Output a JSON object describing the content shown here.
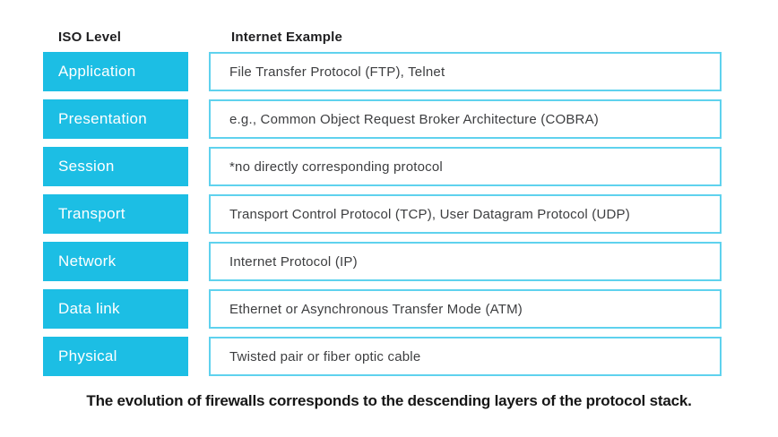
{
  "colors": {
    "accent_cyan": "#1cbee4",
    "box_border_cyan": "#5fd2ee",
    "level_text": "#ffffff",
    "example_text": "#3d3e40",
    "heading_text": "#1e1e20",
    "caption_text": "#161616",
    "background": "#ffffff"
  },
  "table": {
    "col1_header": "ISO Level",
    "col2_header": "Internet Example",
    "rows": [
      {
        "level": "Application",
        "example": "File Transfer Protocol (FTP), Telnet"
      },
      {
        "level": "Presentation",
        "example": "e.g., Common Object Request Broker Architecture (COBRA)"
      },
      {
        "level": "Session",
        "example": "*no directly corresponding protocol"
      },
      {
        "level": "Transport",
        "example": "Transport Control Protocol (TCP), User Datagram Protocol (UDP)"
      },
      {
        "level": "Network",
        "example": "Internet Protocol (IP)"
      },
      {
        "level": "Data link",
        "example": "Ethernet or Asynchronous Transfer Mode (ATM)"
      },
      {
        "level": "Physical",
        "example": "Twisted pair or fiber optic cable"
      }
    ]
  },
  "caption": "The evolution of firewalls corresponds to the descending layers of the protocol stack."
}
